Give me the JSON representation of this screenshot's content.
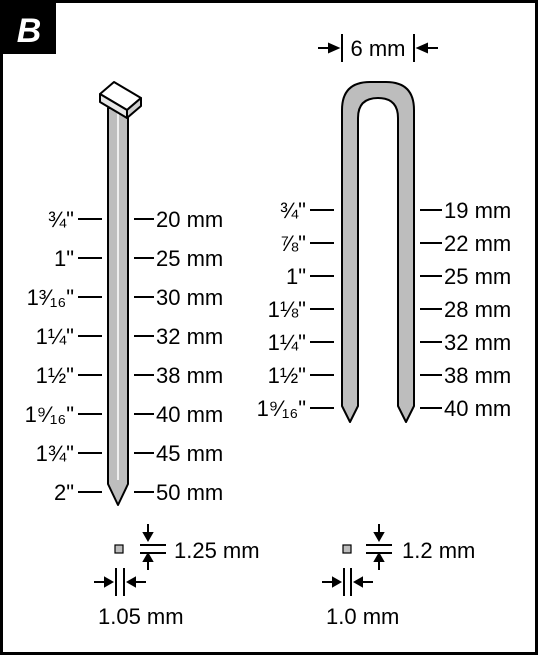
{
  "panel_label": "B",
  "colors": {
    "frame": "#000000",
    "nail_fill": "#bdbdbd",
    "label_bg": "#000000",
    "label_text": "#ffffff"
  },
  "brad_nail": {
    "left_labels": [
      "¾\"",
      "1\"",
      "1³⁄₁₆\"",
      "1¼\"",
      "1½\"",
      "1⁹⁄₁₆\"",
      "1¾\"",
      "2\""
    ],
    "right_labels": [
      "20 mm",
      "25 mm",
      "30 mm",
      "32 mm",
      "38 mm",
      "40 mm",
      "45 mm",
      "50 mm"
    ],
    "cross_section_height": "1.25 mm",
    "cross_section_width": "1.05 mm"
  },
  "staple": {
    "crown_width": "6 mm",
    "left_labels": [
      "¾\"",
      "⅞\"",
      "1\"",
      "1⅛\"",
      "1¼\"",
      "1½\"",
      "1⁹⁄₁₆\""
    ],
    "right_labels": [
      "19 mm",
      "22 mm",
      "25 mm",
      "28 mm",
      "32 mm",
      "38 mm",
      "40 mm"
    ],
    "cross_section_height": "1.2 mm",
    "cross_section_width": "1.0 mm"
  }
}
